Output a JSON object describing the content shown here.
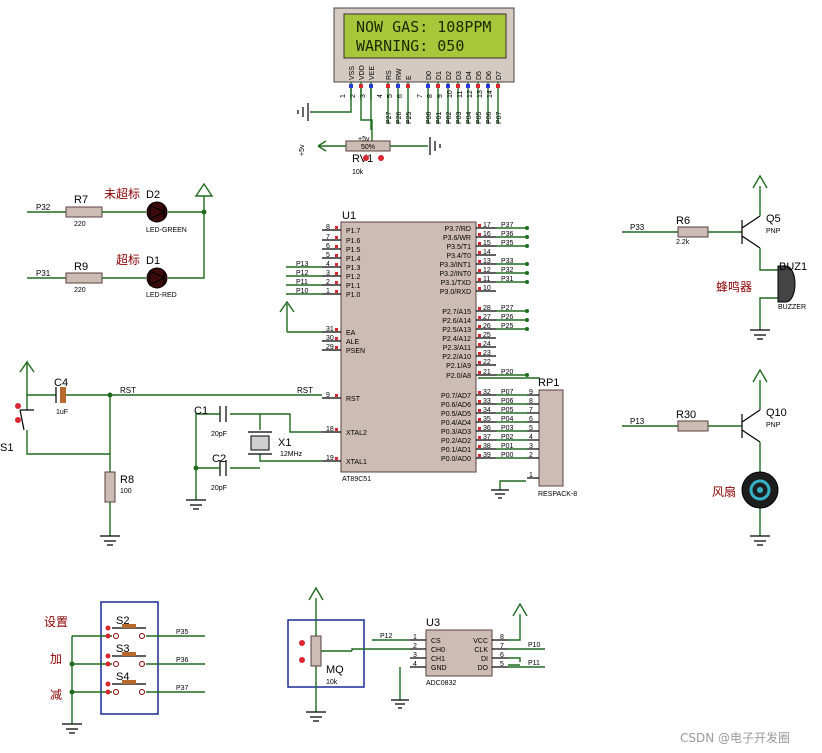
{
  "lcd": {
    "line1": "NOW GAS: 108PPM",
    "line2": "WARNING: 050",
    "pins": [
      "VSS",
      "VDD",
      "VEE",
      "RS",
      "RW",
      "E",
      "D0",
      "D1",
      "D2",
      "D3",
      "D4",
      "D5",
      "D6",
      "D7"
    ],
    "pin_numbers": [
      "1",
      "2",
      "3",
      "4",
      "5",
      "6",
      "7",
      "8",
      "9",
      "10",
      "11",
      "12",
      "13",
      "14"
    ],
    "net_labels": [
      "P27",
      "P26",
      "P25",
      "P00",
      "P01",
      "P02",
      "P03",
      "P04",
      "P05",
      "P06",
      "P07"
    ]
  },
  "rv1": {
    "ref": "RV1",
    "value": "10k",
    "supply": "+5v",
    "pct": "50%"
  },
  "leds": {
    "d2": {
      "ref": "D2",
      "label": "未超标",
      "part": "LED-GREEN",
      "res_ref": "R7",
      "res_val": "220",
      "net": "P32"
    },
    "d1": {
      "ref": "D1",
      "label": "超标",
      "part": "LED-RED",
      "res_ref": "R9",
      "res_val": "220",
      "net": "P31"
    }
  },
  "u1": {
    "ref": "U1",
    "part": "AT89C51",
    "left_pins": [
      {
        "num": "8",
        "name": "P1.7"
      },
      {
        "num": "7",
        "name": "P1.6"
      },
      {
        "num": "6",
        "name": "P1.5"
      },
      {
        "num": "5",
        "name": "P1.4"
      },
      {
        "num": "4",
        "name": "P1.3",
        "net": "P13"
      },
      {
        "num": "3",
        "name": "P1.2",
        "net": "P12"
      },
      {
        "num": "2",
        "name": "P1.1",
        "net": "P11"
      },
      {
        "num": "1",
        "name": "P1.0",
        "net": "P10"
      },
      {
        "num": "31",
        "name": "EA"
      },
      {
        "num": "30",
        "name": "ALE"
      },
      {
        "num": "29",
        "name": "PSEN"
      },
      {
        "num": "9",
        "name": "RST",
        "net": "RST"
      },
      {
        "num": "18",
        "name": "XTAL2"
      },
      {
        "num": "19",
        "name": "XTAL1"
      }
    ],
    "right_pins": [
      {
        "num": "17",
        "name": "P3.7/RD",
        "net": "P37"
      },
      {
        "num": "16",
        "name": "P3.6/WR",
        "net": "P36"
      },
      {
        "num": "15",
        "name": "P3.5/T1",
        "net": "P35"
      },
      {
        "num": "14",
        "name": "P3.4/T0"
      },
      {
        "num": "13",
        "name": "P3.3/INT1",
        "net": "P33"
      },
      {
        "num": "12",
        "name": "P3.2/INT0",
        "net": "P32"
      },
      {
        "num": "11",
        "name": "P3.1/TXD",
        "net": "P31"
      },
      {
        "num": "10",
        "name": "P3.0/RXD"
      },
      {
        "num": "28",
        "name": "P2.7/A15",
        "net": "P27"
      },
      {
        "num": "27",
        "name": "P2.6/A14",
        "net": "P26"
      },
      {
        "num": "26",
        "name": "P2.5/A13",
        "net": "P25"
      },
      {
        "num": "25",
        "name": "P2.4/A12"
      },
      {
        "num": "24",
        "name": "P2.3/A11"
      },
      {
        "num": "23",
        "name": "P2.2/A10"
      },
      {
        "num": "22",
        "name": "P2.1/A9"
      },
      {
        "num": "21",
        "name": "P2.0/A8",
        "net": "P20"
      },
      {
        "num": "32",
        "name": "P0.7/AD7",
        "net": "P07"
      },
      {
        "num": "33",
        "name": "P0.6/AD6",
        "net": "P06"
      },
      {
        "num": "34",
        "name": "P0.5/AD5",
        "net": "P05"
      },
      {
        "num": "35",
        "name": "P0.4/AD4",
        "net": "P04"
      },
      {
        "num": "36",
        "name": "P0.3/AD3",
        "net": "P03"
      },
      {
        "num": "37",
        "name": "P0.2/AD2",
        "net": "P02"
      },
      {
        "num": "38",
        "name": "P0.1/AD1",
        "net": "P01"
      },
      {
        "num": "39",
        "name": "P0.0/AD0",
        "net": "P00"
      }
    ]
  },
  "reset": {
    "s1": "S1",
    "c4": "C4",
    "c4_val": "1uF",
    "r8": "R8",
    "r8_val": "100",
    "net": "RST"
  },
  "osc": {
    "c1": "C1",
    "c1_val": "20pF",
    "c2": "C2",
    "c2_val": "20pF",
    "x1": "X1",
    "x1_val": "12MHz"
  },
  "rp1": {
    "ref": "RP1",
    "part": "RESPACK-8",
    "pins": [
      "9",
      "8",
      "7",
      "6",
      "5",
      "4",
      "3",
      "2",
      "1"
    ]
  },
  "buzzer": {
    "q": "Q5",
    "q_type": "PNP",
    "r": "R6",
    "r_val": "2.2k",
    "net": "P33",
    "buz": "BUZ1",
    "buz_part": "BUZZER",
    "label": "蜂鸣器"
  },
  "fan": {
    "q": "Q10",
    "q_type": "PNP",
    "r": "R30",
    "net": "P13",
    "label": "风扇"
  },
  "keys": {
    "items": [
      {
        "ref": "S2",
        "label": "设置",
        "net": "P35"
      },
      {
        "ref": "S3",
        "label": "加",
        "net": "P36"
      },
      {
        "ref": "S4",
        "label": "减",
        "net": "P37"
      }
    ]
  },
  "mq": {
    "ref": "MQ",
    "value": "10k"
  },
  "adc": {
    "ref": "U3",
    "part": "ADC0832",
    "left": [
      {
        "num": "1",
        "name": "CS",
        "net": "P12"
      },
      {
        "num": "2",
        "name": "CH0"
      },
      {
        "num": "3",
        "name": "CH1"
      },
      {
        "num": "4",
        "name": "GND"
      }
    ],
    "right": [
      {
        "num": "8",
        "name": "VCC"
      },
      {
        "num": "7",
        "name": "CLK",
        "net": "P10"
      },
      {
        "num": "6",
        "name": "DI"
      },
      {
        "num": "5",
        "name": "DO",
        "net": "P11"
      }
    ]
  },
  "watermark": "CSDN @电子开发圈"
}
